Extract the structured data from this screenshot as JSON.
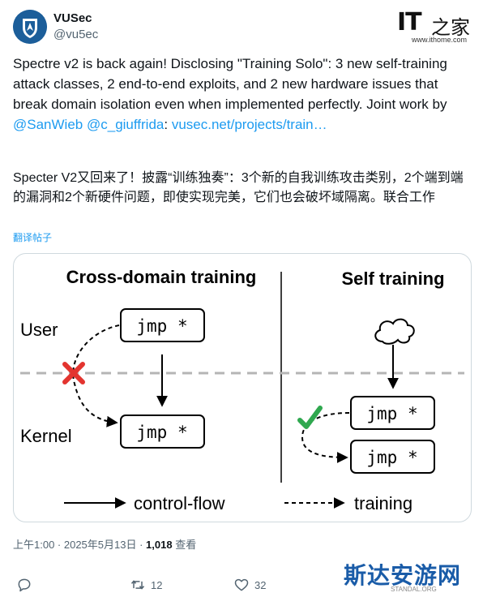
{
  "profile": {
    "name": "VUSec",
    "handle": "@vu5ec"
  },
  "site_logo": {
    "it": "IT",
    "cn": "之家",
    "url": "www.ithome.com"
  },
  "tweet": {
    "text_main": "Spectre v2 is back again! Disclosing \"Training Solo\": 3 new self-training attack classes, 2 end-to-end exploits, and 2 new hardware issues that break domain isolation even when implemented perfectly. Joint work by ",
    "mention1": "@SanWieb",
    "mention2": "@c_giuffrida",
    "colon": ": ",
    "link": "vusec.net/projects/train…",
    "translated": "Specter V2又回来了！披露“训练独奏”：3个新的自我训练攻击类别，2个端到端的漏洞和2个新硬件问题，即使实现完美，它们也会破坏域隔离。联合工作",
    "translate_label": "翻译帖子"
  },
  "diagram": {
    "left_title": "Cross-domain training",
    "right_title": "Self training",
    "user_label": "User",
    "kernel_label": "Kernel",
    "jmp_label": "jmp *",
    "legend_control": "control-flow",
    "legend_training": "training"
  },
  "meta": {
    "time": "上午1:00 · 2025年5月13日 · ",
    "views": "1,018",
    "views_label": " 查看"
  },
  "actions": {
    "retweets": "12",
    "likes": "32"
  },
  "watermark": {
    "text": "斯达安游网",
    "sub": "STANDAL.ORG"
  },
  "colors": {
    "accent": "#1d9bf0",
    "cross": "#e3342f",
    "check": "#2fa84f",
    "divider": "#b5b5b5"
  }
}
